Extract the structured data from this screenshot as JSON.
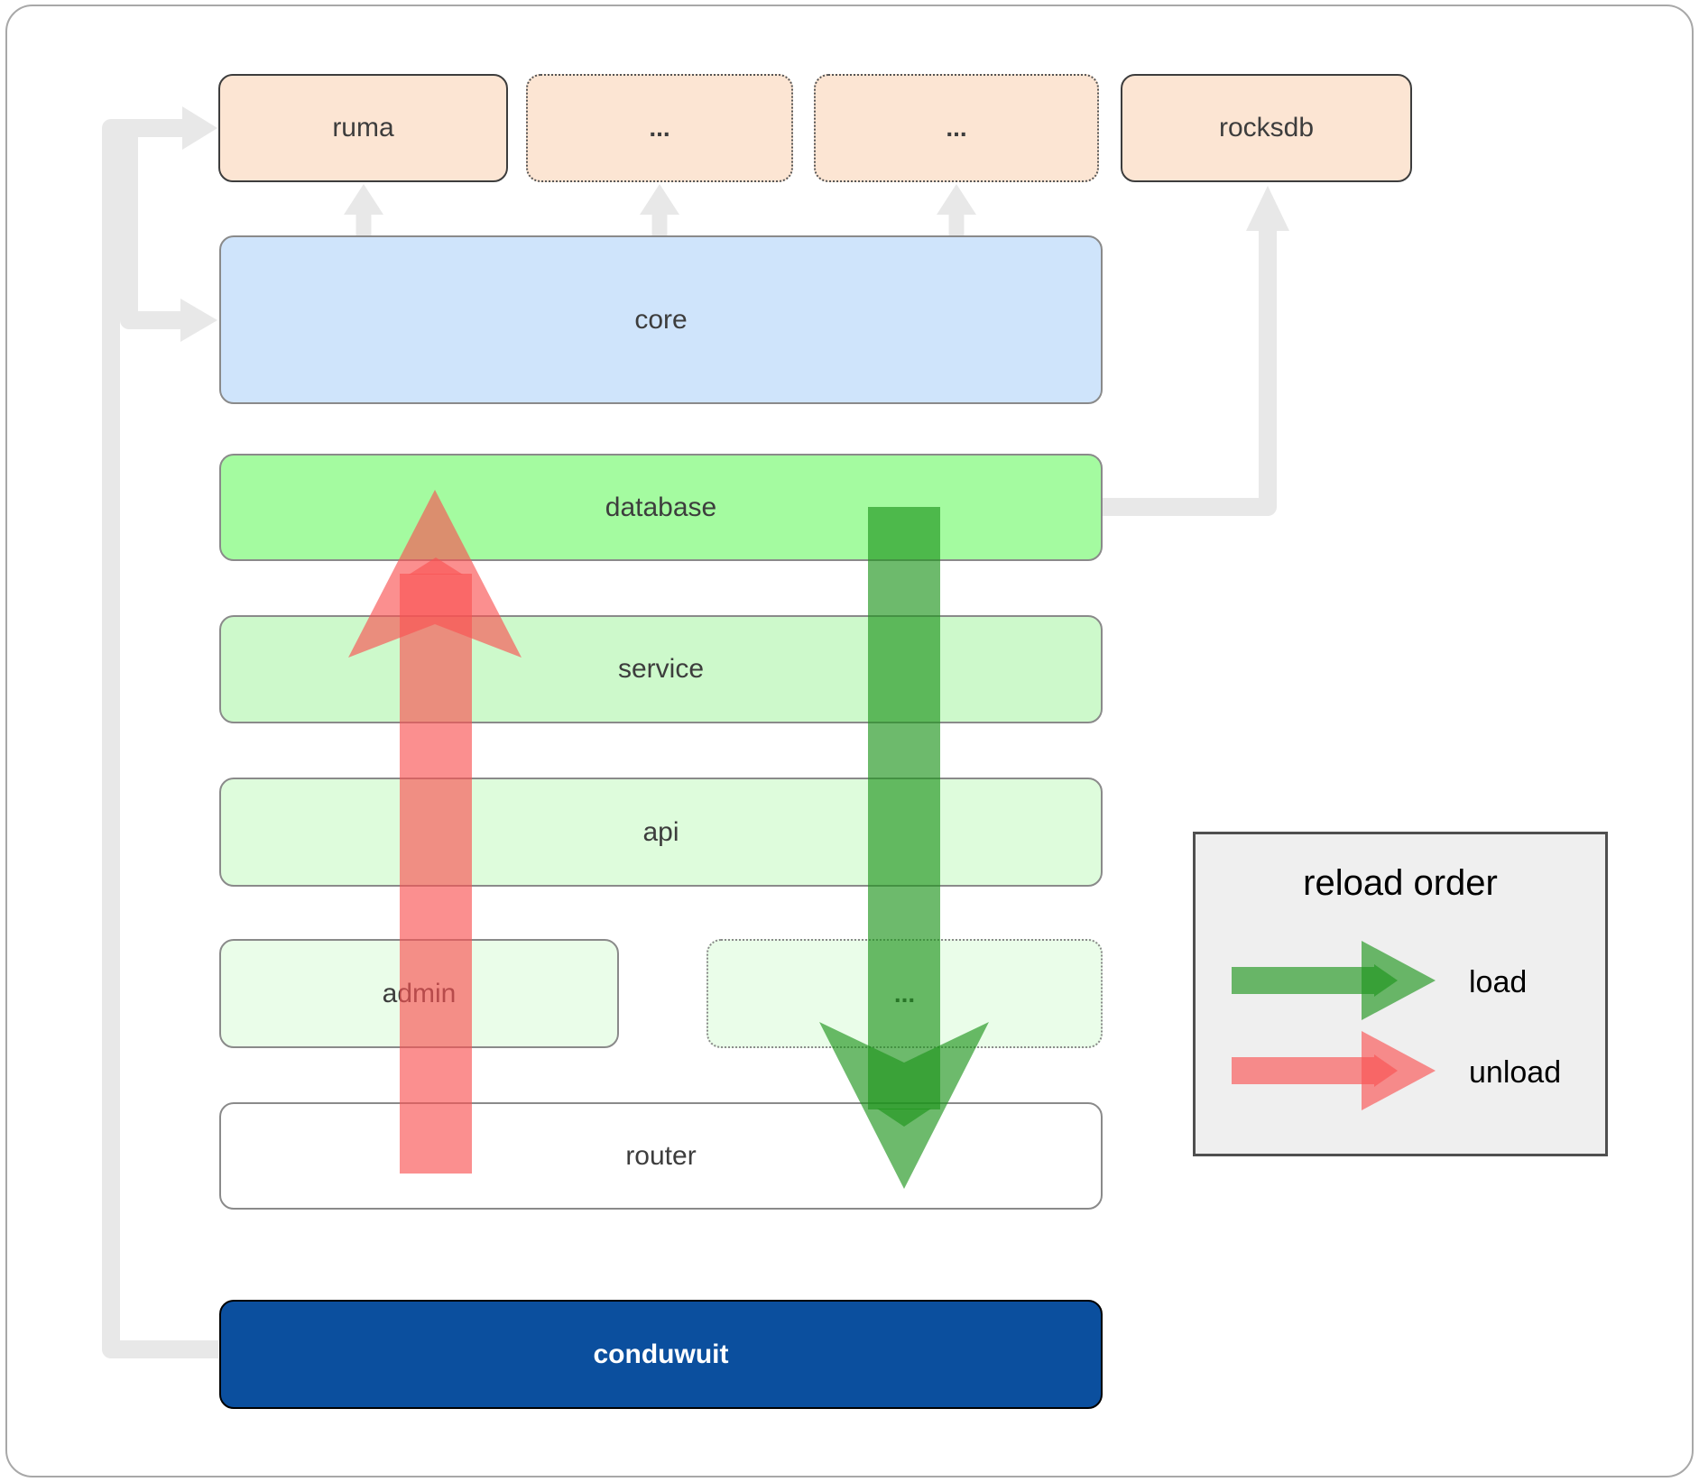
{
  "nodes": {
    "ruma": "ruma",
    "dots_top_1": "...",
    "dots_top_2": "...",
    "rocksdb": "rocksdb",
    "core": "core",
    "database": "database",
    "service": "service",
    "api": "api",
    "admin": "admin",
    "dots_sub": "...",
    "router": "router",
    "conduwuit": "conduwuit"
  },
  "legend": {
    "title": "reload order",
    "load": "load",
    "unload": "unload"
  },
  "colors": {
    "load_arrow": "#1e951d",
    "unload_arrow": "#f95353",
    "connector": "#e8e8e8",
    "peach_box": "#fce5d3",
    "core_box": "#cfe4fb",
    "database_box": "#a4fba0",
    "service_box": "#cdf9cb",
    "api_box": "#defcdc",
    "faint_green_box": "#eafde9",
    "router_box": "#ffffff",
    "conduwuit_box": "#0b4f9e",
    "legend_bg": "#efefef"
  }
}
